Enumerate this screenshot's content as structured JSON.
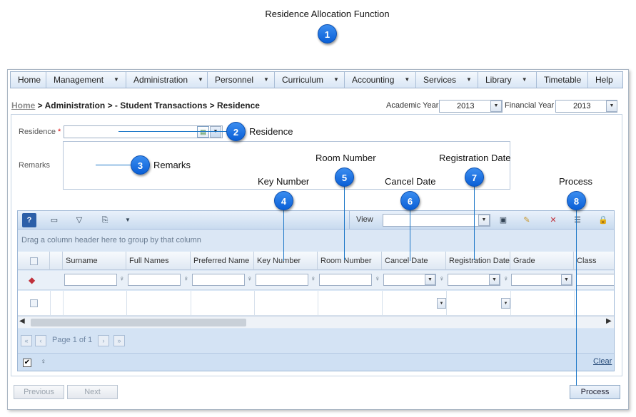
{
  "doc_title": "Residence Allocation Function",
  "callouts": [
    {
      "num": "1",
      "label": ""
    },
    {
      "num": "2",
      "label": "Residence"
    },
    {
      "num": "3",
      "label": "Remarks"
    },
    {
      "num": "4",
      "label": "Key Number"
    },
    {
      "num": "5",
      "label": "Room Number"
    },
    {
      "num": "6",
      "label": "Cancel Date"
    },
    {
      "num": "7",
      "label": "Registration Date"
    },
    {
      "num": "8",
      "label": "Process"
    }
  ],
  "menu": {
    "items": [
      {
        "label": "Home",
        "dropdown": false
      },
      {
        "label": "Management",
        "dropdown": true
      },
      {
        "label": "Administration",
        "dropdown": true
      },
      {
        "label": "Personnel",
        "dropdown": true
      },
      {
        "label": "Curriculum",
        "dropdown": true
      },
      {
        "label": "Accounting",
        "dropdown": true
      },
      {
        "label": "Services",
        "dropdown": true
      },
      {
        "label": "Library",
        "dropdown": true
      },
      {
        "label": "Timetable",
        "dropdown": false
      },
      {
        "label": "Help",
        "dropdown": false
      }
    ]
  },
  "breadcrumb": {
    "home": "Home",
    "rest": " > Administration > - Student Transactions > Residence"
  },
  "year_selectors": {
    "academic_label": "Academic Year",
    "academic_value": "2013",
    "financial_label": "Financial Year",
    "financial_value": "2013"
  },
  "form": {
    "residence_label": "Residence",
    "required_mark": "*",
    "residence_value": "",
    "remarks_label": "Remarks",
    "remarks_value": ""
  },
  "grid": {
    "view_label": "View",
    "view_value": "",
    "group_hint": "Drag a column header here to group by that column",
    "columns": [
      "Surname",
      "Full Names",
      "Preferred Name",
      "Key Number",
      "Room Number",
      "Cancel Date",
      "Registration Date",
      "Grade",
      "Class"
    ],
    "pager_text": "Page 1 of 1",
    "clear_label": "Clear"
  },
  "buttons": {
    "previous": "Previous",
    "next": "Next",
    "process": "Process"
  },
  "colors": {
    "callout_blue": "#1a73e8",
    "leader_blue": "#1e78c8",
    "grid_blue": "#dce8f6"
  }
}
